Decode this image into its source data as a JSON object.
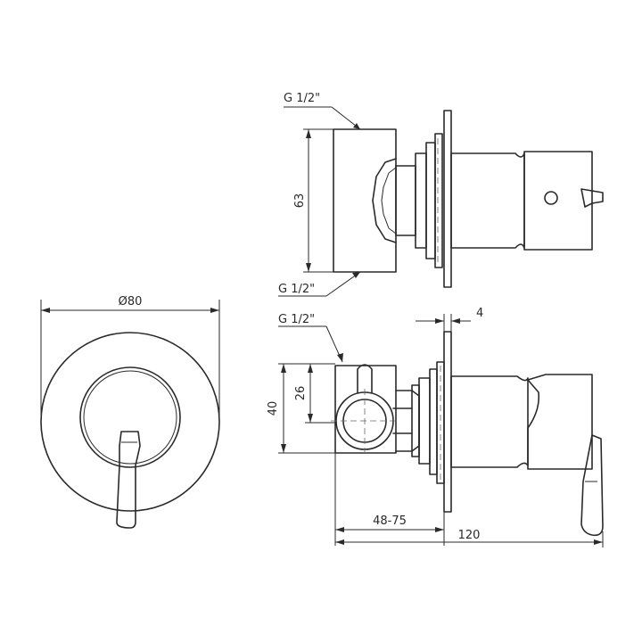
{
  "labels": {
    "thread_top": "G 1/2\"",
    "thread_mid": "G 1/2\"",
    "thread_low": "G 1/2\"",
    "dim_63": "63",
    "dim_80": "Ø80",
    "dim_4": "4",
    "dim_40": "40",
    "dim_26": "26",
    "dim_48_75": "48-75",
    "dim_120": "120"
  }
}
